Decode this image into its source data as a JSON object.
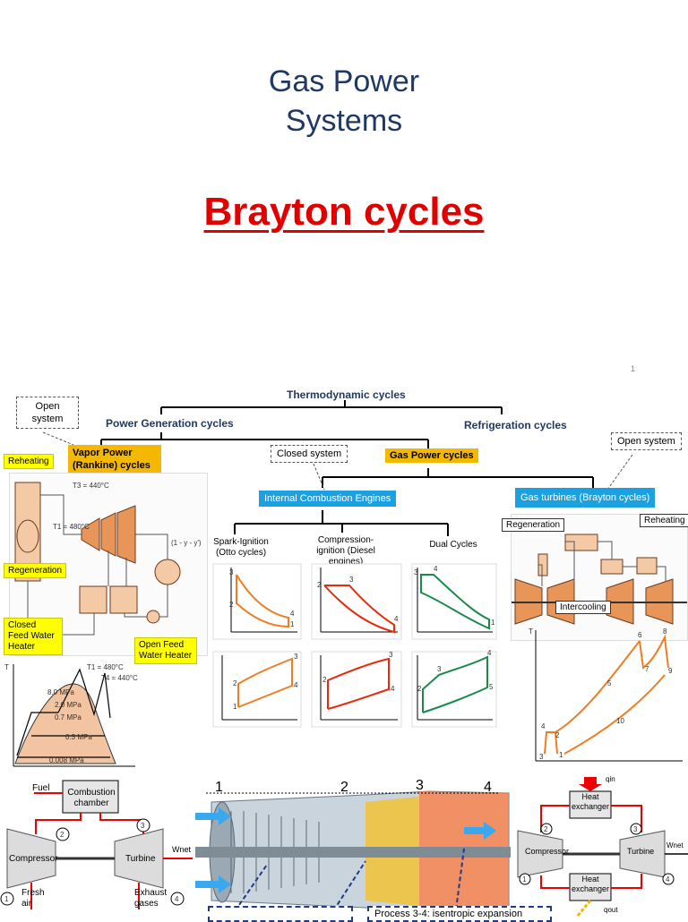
{
  "slide1": {
    "title_line1": "Gas Power",
    "title_line2": "Systems",
    "subtitle": "Brayton cycles",
    "page_number": "1"
  },
  "tree": {
    "root": "Thermodynamic cycles",
    "power_generation": "Power Generation cycles",
    "refrigeration": "Refrigeration cycles",
    "open_system_left": "Open system",
    "open_system_right": "Open system",
    "closed_system": "Closed system",
    "vapor_power": "Vapor Power (Rankine) cycles",
    "gas_power": "Gas Power cycles",
    "ice": "Internal Combustion Engines",
    "gas_turbines": "Gas turbines (Brayton cycles)",
    "spark": "Spark-Ignition (Otto cycles)",
    "compression": "Compression-ignition (Diesel engines)",
    "dual": "Dual Cycles"
  },
  "tags": {
    "reheating_left": "Reheating",
    "regeneration_left": "Regeneration",
    "closed_feed": "Closed Feed Water Heater",
    "open_feed": "Open Feed Water Heater",
    "regeneration_right": "Regeneration",
    "reheating_right": "Reheating",
    "intercooling": "Intercooling"
  },
  "rankine_ts": {
    "pressures": [
      "8.0 MPa",
      "2.0 MPa",
      "0.7 MPa",
      "0.3 MPa",
      "0.008 MPa"
    ],
    "temps": [
      "T1 = 480°C",
      "T4 = 440°C"
    ]
  },
  "open_brayton": {
    "fuel": "Fuel",
    "combustion": "Combustion chamber",
    "compressor": "Compressor",
    "turbine": "Turbine",
    "wnet": "Wnet",
    "fresh_air": "Fresh air",
    "exhaust": "Exhaust gases"
  },
  "engine": {
    "stations": [
      "1",
      "2",
      "3",
      "4"
    ],
    "process_caption": "Process 3-4: isentropic expansion"
  },
  "closed_brayton": {
    "hx_top": "Heat exchanger",
    "hx_bottom": "Heat exchanger",
    "compressor": "Compressor",
    "turbine": "Turbine",
    "qin": "qin",
    "qout": "qout",
    "wnet": "Wnet"
  },
  "colors": {
    "title_blue": "#1f3864",
    "brayton_red": "#e00000",
    "ice_blue": "#1ba1e2",
    "gas_orange": "#f5b800",
    "curve_orange": "#ef7d22",
    "curve_red": "#e8290b",
    "curve_green": "#1a8a4a"
  }
}
